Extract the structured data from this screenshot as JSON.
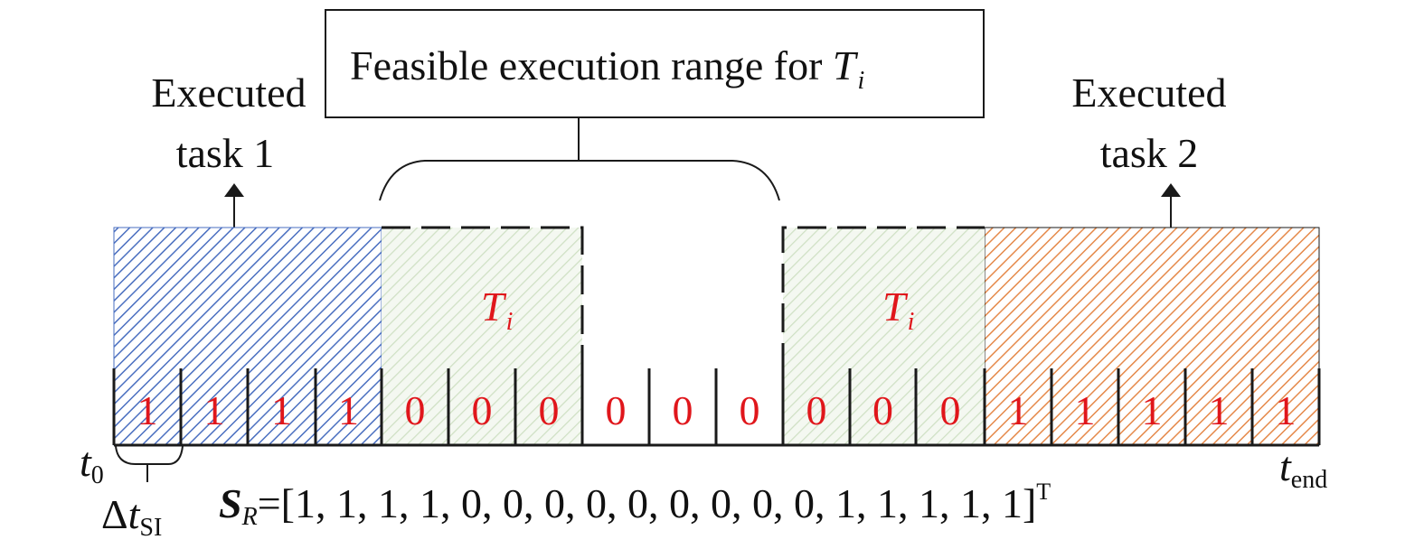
{
  "range_label": {
    "text": "Feasible execution range for ",
    "var": "T",
    "sub": "i"
  },
  "executed_task_1": {
    "line1": "Executed",
    "line2": "task 1"
  },
  "executed_task_2": {
    "line1": "Executed",
    "line2": "task 2"
  },
  "task_label": {
    "var": "T",
    "sub": "i"
  },
  "bits": [
    "1",
    "1",
    "1",
    "1",
    "0",
    "0",
    "0",
    "0",
    "0",
    "0",
    "0",
    "0",
    "0",
    "1",
    "1",
    "1",
    "1",
    "1"
  ],
  "t0": {
    "var": "t",
    "sub": "0"
  },
  "t_end": {
    "var": "t",
    "sub": "end"
  },
  "delta_t": {
    "delta": "Δ",
    "var": "t",
    "sub": "SI"
  },
  "vector": {
    "var": "S",
    "sub": "R",
    "body": "=[1, 1, 1, 1, 0, 0, 0, 0, 0, 0, 0, 0, 0, 1, 1, 1, 1, 1]",
    "sup": "T"
  },
  "colors": {
    "task1_hatch": "#4a6fc0",
    "task2_hatch": "#e5894a",
    "range_hatch": "#cfe0c4",
    "range_fill": "#f4f8f1",
    "bit_text": "#e0161b",
    "ti_text": "#e0161b",
    "line": "#1a1a1a"
  },
  "icons": [
    "arrow-up-icon",
    "curly-brace-icon"
  ]
}
